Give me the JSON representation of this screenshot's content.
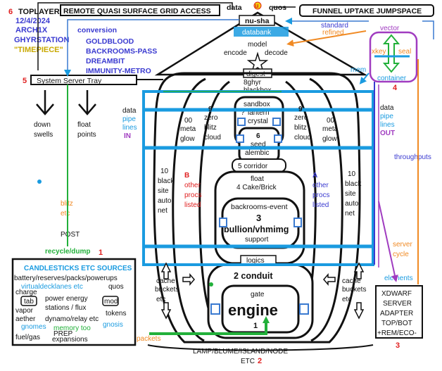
{
  "colors": {
    "red": "#e02020",
    "blue": "#3a3ad0",
    "cyan": "#1a9be0",
    "green": "#22b03a",
    "orange": "#f08a24",
    "purple": "#a03cc0",
    "yellow": "#f2d20a",
    "black": "#111111"
  },
  "header": {
    "num6": "6",
    "toplayer": "TOPLAYER",
    "date": "12/4/2024",
    "arch": "ARCH1X",
    "station": "GHYRSTATION",
    "timepiece": "\"TIMEPIECE\"",
    "remote_box": "REMOTE QUASI SURFACE GRID  ACCESS",
    "funnel_box": "FUNNEL UPTAKE JUMPSPACE",
    "data": "data",
    "quos": "quos",
    "u_glyph": "u"
  },
  "conversion": {
    "title": "conversion",
    "items": [
      "GOLDBLOOD",
      "BACKROOMS-PASS",
      "DREAMBIT",
      "IMMUNITY-METRO"
    ]
  },
  "left": {
    "num5": "5",
    "tray": "System Server Tray",
    "down_swells": [
      "down",
      "swells"
    ],
    "float_points": [
      "float",
      "points"
    ],
    "data_pipe_lines_in": [
      "data",
      "pipe",
      "lines",
      "IN"
    ],
    "blitz_etc": [
      "blitz",
      "etc"
    ],
    "post": "POST",
    "recycle": "recycle/dump",
    "num1": "1"
  },
  "roof": {
    "nu_sha": "nu-sha",
    "databank": "databank",
    "model": "model",
    "encode": "encode",
    "decode": "decode",
    "digest": "digest",
    "ghyr": "8ghyr",
    "blackbox": "blackbox"
  },
  "right": {
    "standard_refined": [
      "standard",
      "refined"
    ],
    "vector": "vector",
    "xkey": "xkey",
    "seal": "seal",
    "container": "container",
    "num4": "4",
    "mem": "mem",
    "data_pipe_lines_out": [
      "data",
      "pipe",
      "lines",
      "OUT"
    ],
    "throughputs": "throughputs",
    "server_cycle": [
      "server",
      "cycle"
    ],
    "elements": "elements",
    "xdwarf": [
      "XDWARF",
      "SERVER",
      "ADAPTER",
      "TOP/BOT",
      "+REM/ECO-"
    ],
    "num3": "3"
  },
  "core": {
    "sandbox": "sandbox",
    "lantern_q": "?",
    "lantern": "lantern",
    "crystal": "crystal",
    "nine": "9",
    "zero": "zero",
    "blitz": "blitz",
    "cloud": "cloud",
    "meta_glow": [
      "00",
      "meta",
      "glow"
    ],
    "seed_num": "6",
    "seed": "seed",
    "alembic": "alembic",
    "corridor": "5 corridor",
    "float": "float",
    "cake": "4 Cake/Brick",
    "backrooms_event": "backrooms-event",
    "three": "3",
    "bullion": "bullion/vhmimg",
    "support": "support",
    "logics": "logics",
    "conduit": "2 conduit",
    "gate": "gate",
    "engine": "engine",
    "engine_num": "1",
    "black_site": [
      "10",
      "black",
      "site",
      "auto",
      "net"
    ],
    "b_other": [
      "B",
      "other",
      "procs",
      "listed"
    ],
    "a_other": [
      "A",
      "other",
      "procs",
      "listed"
    ],
    "cache_buckets": [
      "cache",
      "buckets",
      "etc"
    ]
  },
  "sources": {
    "title": "CANDLESTICKS ETC SOURCES",
    "line1": "battery/reserves/packs/powerups",
    "virtual": "virtualdecklanes etc",
    "quos": "quos",
    "charge": "charge",
    "tab": "tab",
    "vapor": "vapor",
    "aether": "aether",
    "power": "power energy",
    "stations": "stations / flux",
    "mod": "mod",
    "tokens": "tokens",
    "dynamo": "dynamo/relay etc",
    "gnomes": "gnomes",
    "memory": "memory too",
    "gnosis": "gnosis",
    "fuel": "fuel/gas",
    "prep": "PREP",
    "expansions": "expansions"
  },
  "bottom": {
    "packets": "packets",
    "lamp": "LAMP/BLUME/ISLAND/NODE",
    "etc": "ETC",
    "num2": "2"
  }
}
